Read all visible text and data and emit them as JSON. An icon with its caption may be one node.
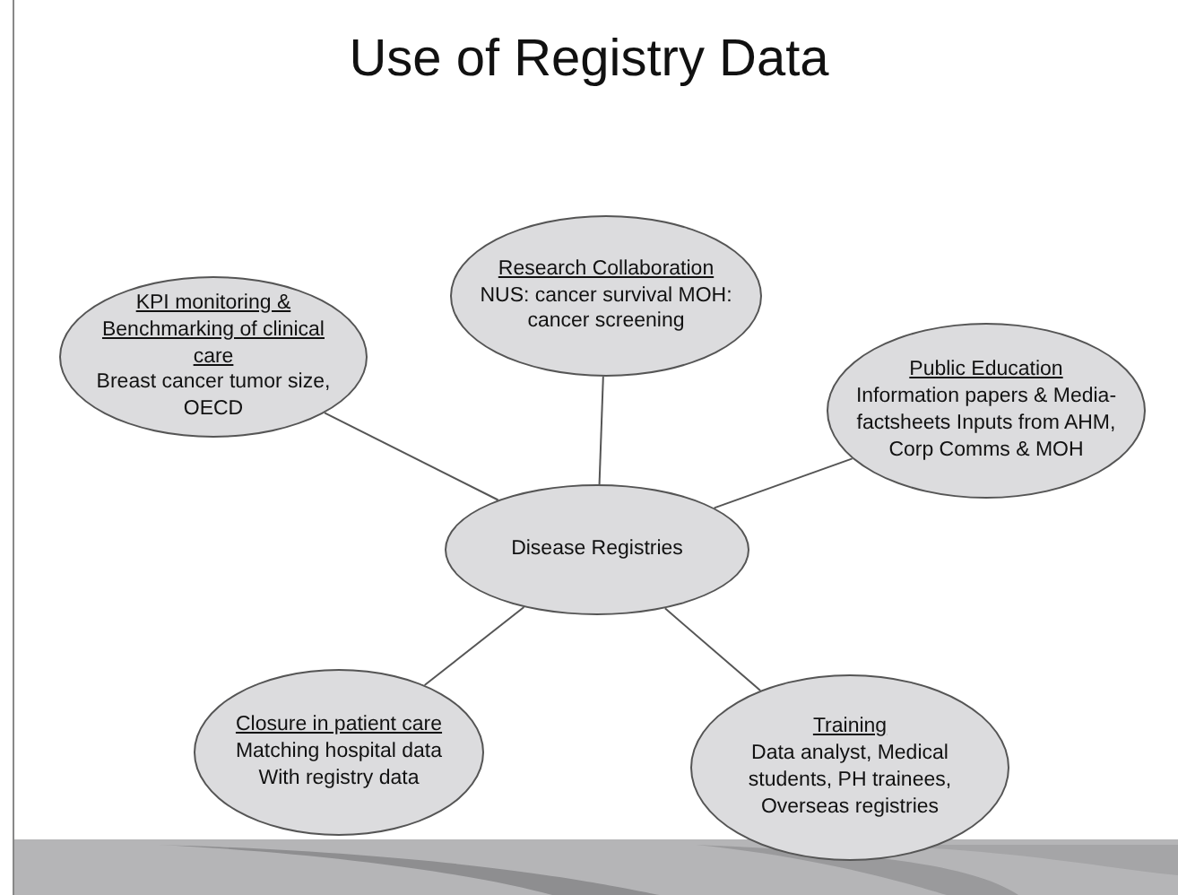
{
  "diagram": {
    "title": "Use of Registry Data",
    "nodes": [
      {
        "text": [
          "Research Collaboration",
          "NUS: cancer survival MOH: cancer screening"
        ]
      },
      {
        "text": [
          "KPI monitoring & Benchmarking of clinical care",
          "Breast cancer tumor size, OECD"
        ]
      },
      {
        "text": [
          "Public Education",
          "Information papers & Media-factsheets Inputs from AHM, Corp Comms & MOH"
        ]
      },
      {
        "text": [
          "Disease Registries"
        ]
      },
      {
        "text": [
          "Closure in patient care",
          "Matching hospital data With registry data"
        ]
      },
      {
        "text": [
          "Training",
          "Data analyst, Medical students, PH trainees, Overseas registries"
        ]
      }
    ],
    "edges": [
      {
        "from": 3,
        "to": 0,
        "arrow": "none"
      },
      {
        "from": 3,
        "to": 1,
        "arrow": "none"
      },
      {
        "from": 3,
        "to": 2,
        "arrow": "none"
      },
      {
        "from": 3,
        "to": 4,
        "arrow": "none"
      },
      {
        "from": 3,
        "to": 5,
        "arrow": "none"
      }
    ]
  }
}
